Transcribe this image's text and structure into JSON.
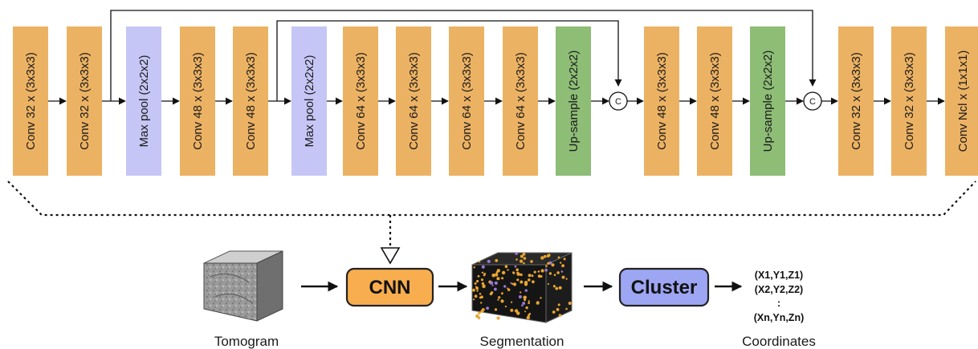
{
  "network": {
    "layers": [
      {
        "label": "Conv 32 x (3x3x3)",
        "kind": "conv"
      },
      {
        "label": "Conv 32 x (3x3x3)",
        "kind": "conv"
      },
      {
        "label": "Max pool (2x2x2)",
        "kind": "pool"
      },
      {
        "label": "Conv 48 x (3x3x3)",
        "kind": "conv"
      },
      {
        "label": "Conv 48 x (3x3x3)",
        "kind": "conv"
      },
      {
        "label": "Max pool (2x2x2)",
        "kind": "pool"
      },
      {
        "label": "Conv 64 x (3x3x3)",
        "kind": "conv"
      },
      {
        "label": "Conv 64 x (3x3x3)",
        "kind": "conv"
      },
      {
        "label": "Conv 64 x (3x3x3)",
        "kind": "conv"
      },
      {
        "label": "Conv 64 x (3x3x3)",
        "kind": "conv"
      },
      {
        "label": "Up-sample (2x2x2)",
        "kind": "upsample"
      },
      {
        "label": "Conv 48 x (3x3x3)",
        "kind": "conv"
      },
      {
        "label": "Conv 48 x (3x3x3)",
        "kind": "conv"
      },
      {
        "label": "Up-sample (2x2x2)",
        "kind": "upsample"
      },
      {
        "label": "Conv 32 x (3x3x3)",
        "kind": "conv"
      },
      {
        "label": "Conv 32 x (3x3x3)",
        "kind": "conv"
      },
      {
        "label": "Conv Ncl x (1x1x1)",
        "kind": "conv"
      }
    ],
    "concat_label": "C",
    "colors": {
      "conv": "#ECB263",
      "pool": "#C5C6F5",
      "upsample": "#8EBD76",
      "cnn": "#F8AE4E",
      "cluster": "#9DA6F2"
    }
  },
  "pipeline": {
    "tomogram_label": "Tomogram",
    "cnn_label": "CNN",
    "segmentation_label": "Segmentation",
    "cluster_label": "Cluster",
    "coordinates_label": "Coordinates",
    "coordinates": [
      "(X1,Y1,Z1)",
      "(X2,Y2,Z2)",
      ":",
      "(Xn,Yn,Zn)"
    ]
  }
}
